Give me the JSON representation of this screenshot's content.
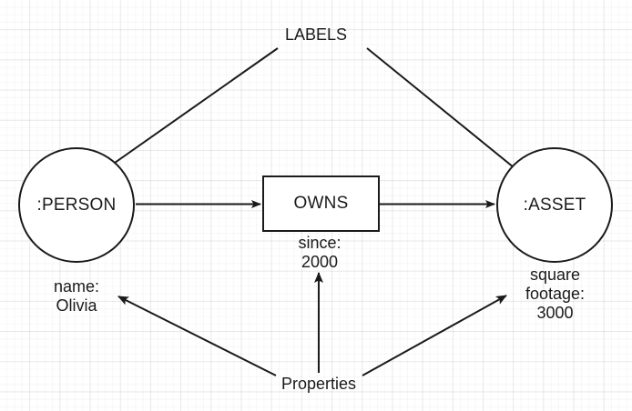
{
  "diagram": {
    "title_text": "LABELS",
    "bottom_text": "Properties",
    "background": {
      "page_color": "#ffffff",
      "grid_color": "#d8dae0"
    },
    "stroke_color": "#1a1a1a",
    "nodes": [
      {
        "id": "person",
        "shape": "circle",
        "label": ":PERSON"
      },
      {
        "id": "owns",
        "shape": "rectangle",
        "label": "OWNS"
      },
      {
        "id": "asset",
        "shape": "circle",
        "label": ":ASSET"
      }
    ],
    "annotations": [
      {
        "id": "labels-caption",
        "text": "LABELS"
      },
      {
        "id": "person-property",
        "text": "name:\nOlivia"
      },
      {
        "id": "owns-property",
        "text": "since:\n2000"
      },
      {
        "id": "asset-property",
        "text": "square\nfootage:\n3000"
      },
      {
        "id": "properties-caption",
        "text": "Properties"
      }
    ],
    "connections": [
      {
        "id": "person-owns",
        "from": ":PERSON",
        "to": "OWNS",
        "arrow": true
      },
      {
        "id": "owns-asset",
        "from": "OWNS",
        "to": ":ASSET",
        "arrow": true
      },
      {
        "id": "labels-person",
        "from": "LABELS",
        "to": ":PERSON",
        "arrow": true
      },
      {
        "id": "labels-asset",
        "from": "LABELS",
        "to": ":ASSET",
        "arrow": true
      },
      {
        "id": "properties-name",
        "from": "Properties",
        "to": "name: Olivia",
        "arrow": true
      },
      {
        "id": "properties-since",
        "from": "Properties",
        "to": "since: 2000",
        "arrow": true
      },
      {
        "id": "properties-footage",
        "from": "Properties",
        "to": "square footage: 3000",
        "arrow": true
      }
    ]
  }
}
